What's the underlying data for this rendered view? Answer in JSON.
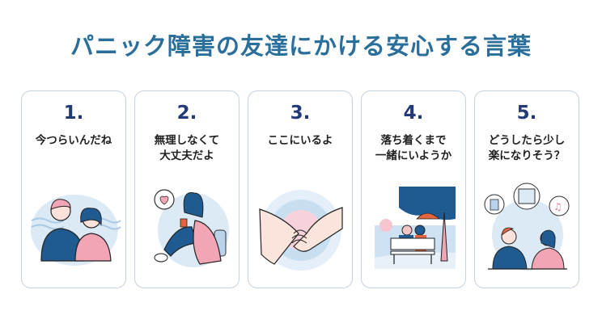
{
  "title": "パニック障害の友達にかける安心する言葉",
  "colors": {
    "title": "#2a6f9c",
    "number": "#233a78",
    "card_border": "#c6d3e3",
    "navy": "#1f5a91",
    "pink": "#f2a5b4",
    "light_blue": "#dceaf6",
    "orange": "#e6633f"
  },
  "cards": [
    {
      "number": "1.",
      "phrase": "今つらいんだね",
      "illustration": "comforting-shoulder-icon"
    },
    {
      "number": "2.",
      "phrase": "無理しなくて\n大丈夫だよ",
      "illustration": "relaxing-with-blanket-icon"
    },
    {
      "number": "3.",
      "phrase": "ここにいるよ",
      "illustration": "holding-hands-icon"
    },
    {
      "number": "4.",
      "phrase": "落ち着くまで\n一緒にいようか",
      "illustration": "bench-by-sea-icon"
    },
    {
      "number": "5.",
      "phrase": "どうしたら少し\n楽になりそう？",
      "illustration": "conversation-ideas-icon"
    }
  ]
}
